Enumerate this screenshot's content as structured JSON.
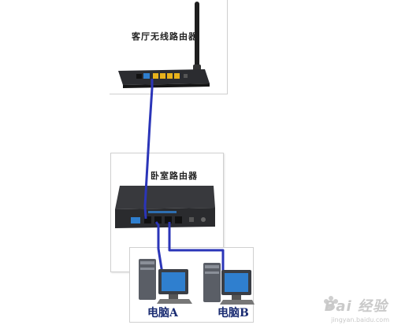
{
  "living_router": {
    "label": "客厅无线路由器"
  },
  "bedroom_router": {
    "label": "卧室路由器"
  },
  "pc_a": {
    "label": "电脑A"
  },
  "pc_b": {
    "label": "电脑B"
  },
  "watermark": {
    "brand": "Bai 经验",
    "url": "jingyan.baidu.com"
  },
  "colors": {
    "cable": "#2b35b8",
    "router_dark": "#2a2a2c",
    "port_yellow": "#e8b21b",
    "port_blue": "#2f7fcf"
  }
}
